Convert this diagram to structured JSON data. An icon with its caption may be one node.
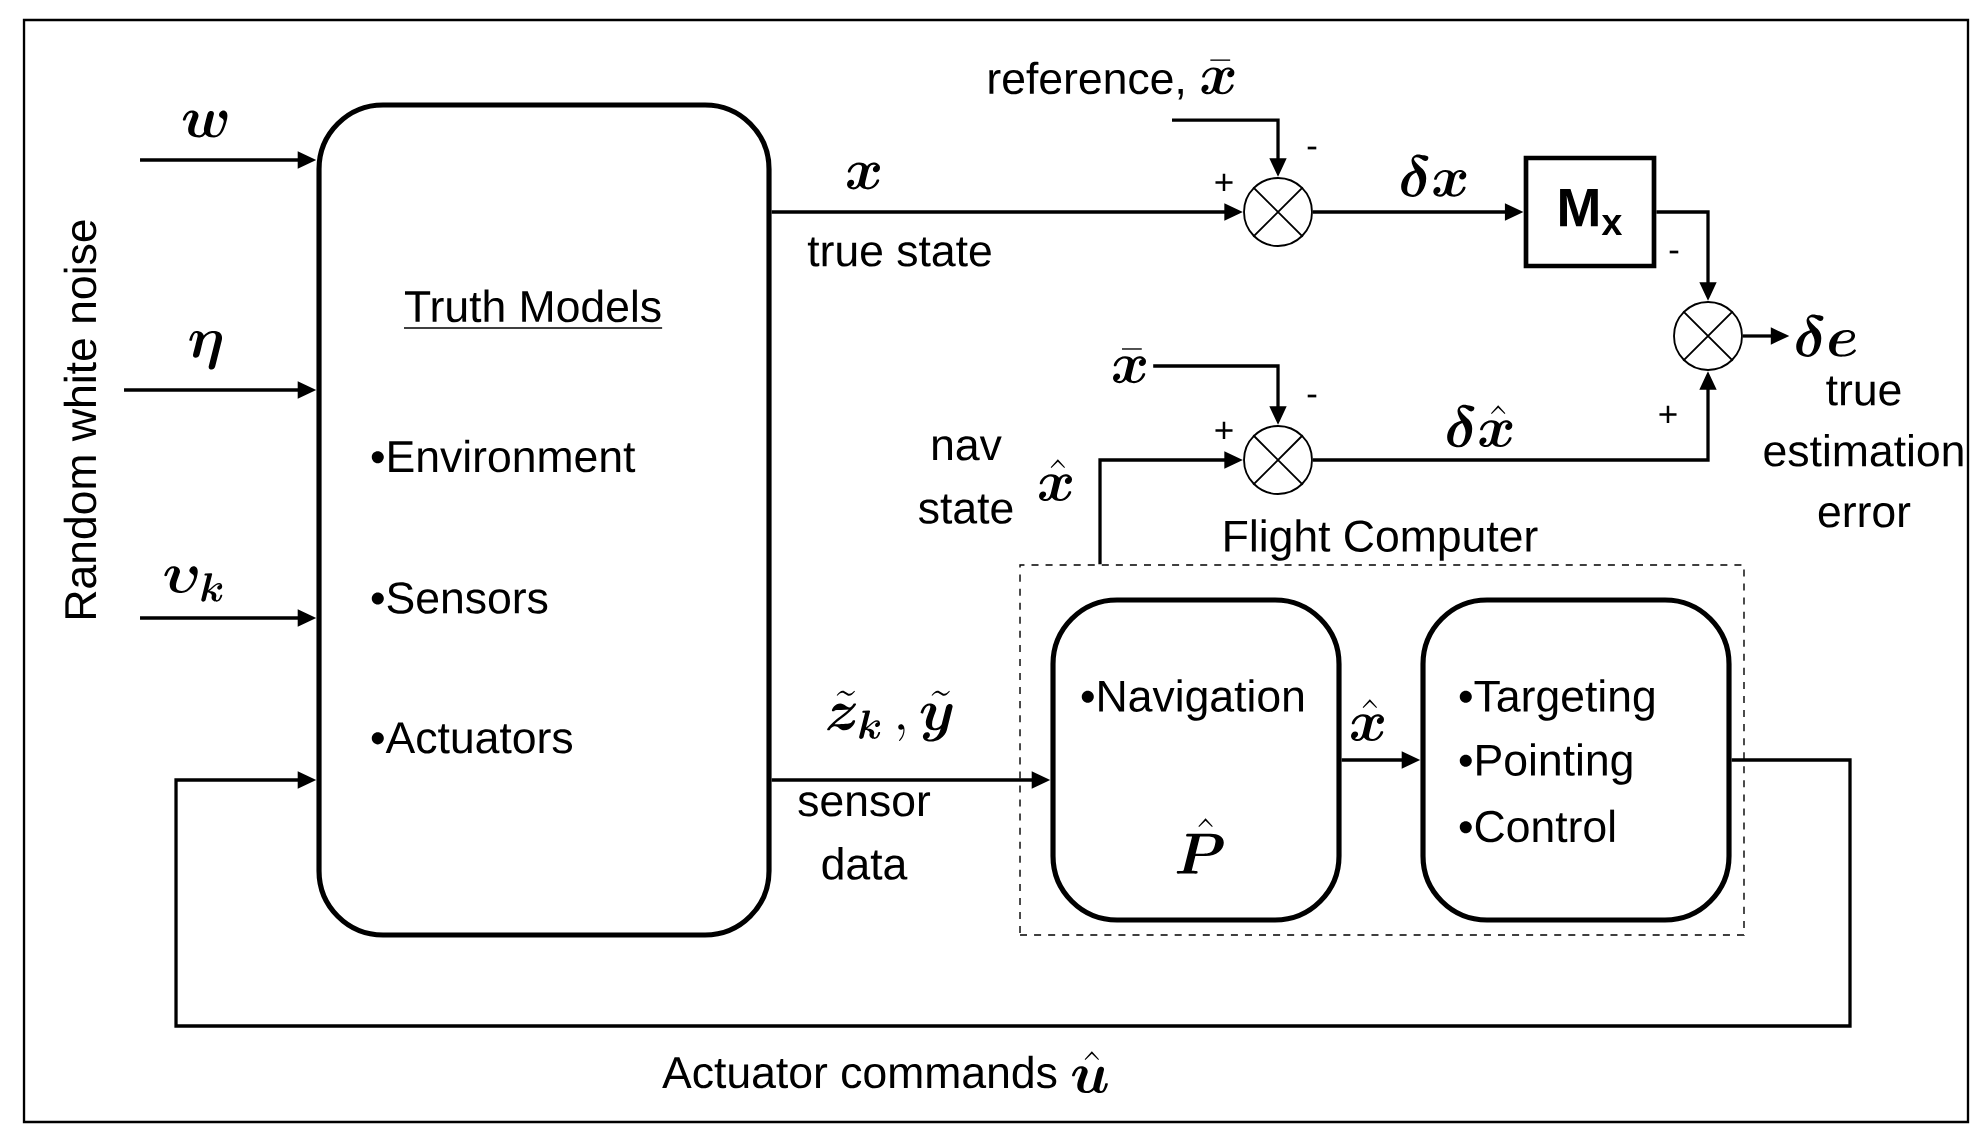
{
  "diagram": {
    "nodes": [
      {
        "text": [
          "Truth Models",
          "•Environment",
          "•Sensors",
          "•Actuators"
        ]
      },
      {
        "text": [
          "Flight Computer"
        ]
      },
      {
        "text": [
          "•Navigation",
          "\\hat{\\bm{P}}"
        ],
        "in": 1
      },
      {
        "text": [
          "•Targeting",
          "•Pointing",
          "•Control"
        ],
        "in": 1
      },
      {
        "text": [],
        "shape": "circle"
      },
      {
        "text": [
          "\\mathbf{M}_{\\mathbf{x}}"
        ]
      },
      {
        "text": [],
        "shape": "circle"
      },
      {
        "text": [],
        "shape": "circle"
      },
      {
        "text": [
          "reference,",
          "\\bar{\\bm{x}}"
        ]
      },
      {
        "text": [
          "\\bar{\\bm{x}}"
        ]
      },
      {
        "text": [
          "\\bm{\\delta e}"
        ],
        "beside": [
          "true estimation error"
        ]
      }
    ],
    "edges": [
      {
        "from": null,
        "to": 0,
        "arrow": "to",
        "label": "\\bm{w}"
      },
      {
        "from": null,
        "to": 0,
        "arrow": "to",
        "label": "\\bm{\\eta}"
      },
      {
        "from": null,
        "to": 0,
        "arrow": "to",
        "label": "\\bm{\\upsilon}_{\\bm{k}}"
      },
      {
        "from": 3,
        "to": 0,
        "arrow": "to",
        "label": "\\hat{\\bm{u}}"
      },
      {
        "from": 0,
        "to": 4,
        "arrow": "to",
        "label": "\\bm{x}"
      },
      {
        "from": 8,
        "to": 4,
        "arrow": "to"
      },
      {
        "from": 4,
        "to": 5,
        "arrow": "to",
        "label": "\\bm{\\delta x}"
      },
      {
        "from": 5,
        "to": 7,
        "arrow": "to"
      },
      {
        "from": 9,
        "to": 6,
        "arrow": "to"
      },
      {
        "from": 6,
        "to": 7,
        "arrow": "to",
        "label": "\\bm{\\delta\\hat{x}}"
      },
      {
        "from": 7,
        "to": 10,
        "arrow": "to"
      },
      {
        "from": 0,
        "to": 2,
        "arrow": "to",
        "label": "\\tilde{\\bm{z}}_{\\bm{k}}\\,,\\tilde{\\bm{y}}"
      },
      {
        "from": 2,
        "to": 3,
        "arrow": "to",
        "label": "\\hat{\\bm{x}}"
      },
      {
        "from": 1,
        "to": 6,
        "arrow": "to",
        "label": "\\hat{\\bm{x}}"
      }
    ],
    "labels": [
      "Random white noise",
      "true state",
      "+",
      "-",
      "+",
      "-",
      "nav state",
      "-",
      "+",
      "sensor data",
      "Actuator commands"
    ]
  }
}
